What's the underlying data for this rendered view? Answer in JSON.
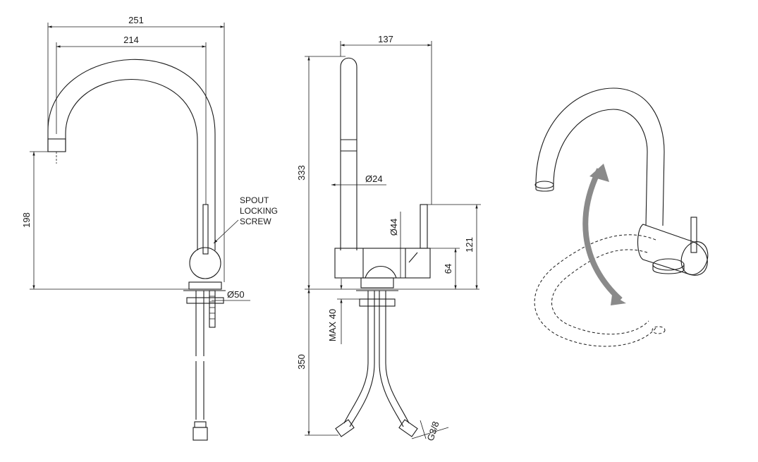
{
  "dimensions": {
    "front_width_total": "251",
    "front_width_spout": "214",
    "front_height": "198",
    "base_diameter": "Ø50",
    "side_depth": "137",
    "side_height": "333",
    "spout_diameter": "Ø24",
    "body_diameter": "Ø44",
    "lever_height": "121",
    "body_height": "64",
    "max_thickness": "MAX 40",
    "hose_length": "350",
    "thread": "G3/8"
  },
  "labels": {
    "screw_line1": "SPOUT",
    "screw_line2": "LOCKING",
    "screw_line3": "SCREW"
  },
  "colors": {
    "line": "#1a1a1a",
    "rotation_arrow": "#8a8a8a"
  }
}
